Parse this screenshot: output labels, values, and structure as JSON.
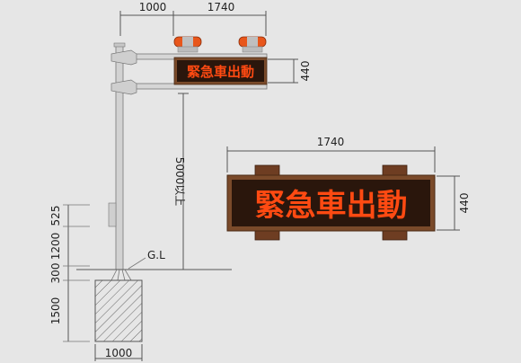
{
  "sign_text": "緊急車出動",
  "dimensions": {
    "top_left": "1000",
    "top_right": "1740",
    "small_sign_height": "440",
    "clearance": "5000以上",
    "ground_label": "G.L",
    "left_525": "525",
    "left_1200": "1200",
    "left_300": "300",
    "left_1500": "1500",
    "bottom_1000": "1000",
    "big_sign_width": "1740",
    "big_sign_height": "440"
  },
  "colors": {
    "background": "#e6e6e6",
    "led_text": "#ff4a12",
    "sign_panel": "#2a160c",
    "sign_frame": "#7a4a2a",
    "pole": "#d2d2d2",
    "warning_light": "#e8561b"
  }
}
